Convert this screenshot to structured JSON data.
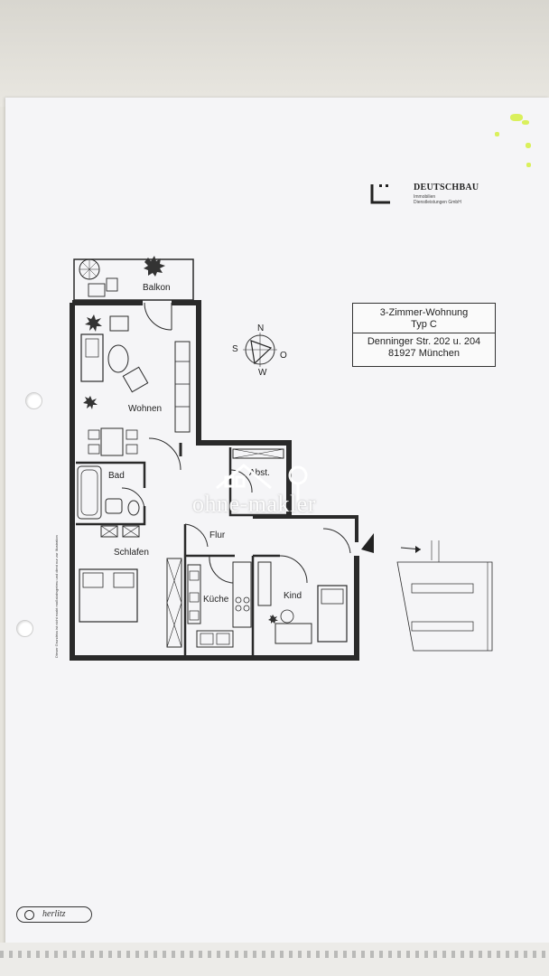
{
  "company": {
    "name": "DEUTSCHBAU",
    "sub_line1": "Immobilien",
    "sub_line2": "Dienstleistungen GmbH"
  },
  "info_box": {
    "line1": "3-Zimmer-Wohnung",
    "line2": "Typ C",
    "line3": "Denninger Str. 202 u. 204",
    "line4": "81927 München"
  },
  "rooms": {
    "balkon": "Balkon",
    "wohnen": "Wohnen",
    "bad": "Bad",
    "abst": "Abst.",
    "flur": "Flur",
    "schlafen": "Schlafen",
    "kueche": "Küche",
    "kind": "Kind"
  },
  "compass": {
    "n": "N",
    "s": "S",
    "w": "W",
    "o": "O"
  },
  "side_note": "Dieser Grundriss ist nicht exakt maßstabsgetreu und dient nur zur Illustration",
  "watermark": "ohne-makler",
  "binder_brand": "herlitz",
  "colors": {
    "sheet": "#f5f5f7",
    "ink": "#222222",
    "highlighter": "#d7f04a"
  }
}
